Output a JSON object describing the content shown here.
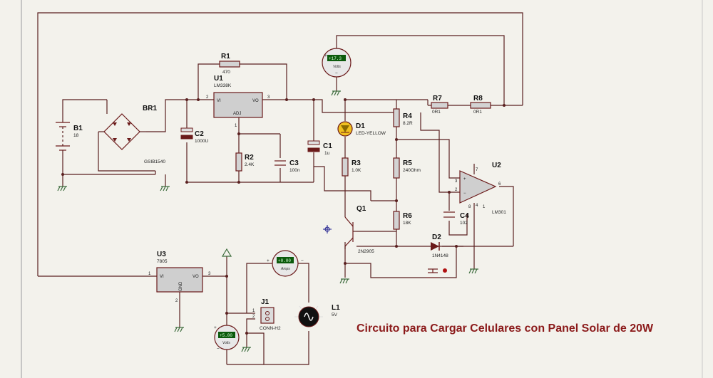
{
  "title": "Circuito para Cargar Celulares con Panel Solar de 20W",
  "components": {
    "B1": {
      "ref": "B1",
      "value": "18"
    },
    "BR1": {
      "ref": "BR1",
      "value": "GSIB1540"
    },
    "C2": {
      "ref": "C2",
      "value": "1000U"
    },
    "U1": {
      "ref": "U1",
      "value": "LM338K",
      "pin_vi": "VI",
      "pin_vo": "VO",
      "pin_adj": "ADJ",
      "pin1": "1",
      "pin2": "2",
      "pin3": "3"
    },
    "R1": {
      "ref": "R1",
      "value": "470"
    },
    "R2": {
      "ref": "R2",
      "value": "2.4K"
    },
    "C3": {
      "ref": "C3",
      "value": "100n"
    },
    "C1": {
      "ref": "C1",
      "value": "1u"
    },
    "D1": {
      "ref": "D1",
      "value": "LED-YELLOW"
    },
    "R3": {
      "ref": "R3",
      "value": "1.0K"
    },
    "R4": {
      "ref": "R4",
      "value": "8.2R"
    },
    "R5": {
      "ref": "R5",
      "value": "240Ohm"
    },
    "R6": {
      "ref": "R6",
      "value": "18K"
    },
    "R7": {
      "ref": "R7",
      "value": "0R1"
    },
    "R8": {
      "ref": "R8",
      "value": "0R1"
    },
    "Q1": {
      "ref": "Q1",
      "value": "2N2905"
    },
    "U2": {
      "ref": "U2",
      "value": "LM301",
      "pin2": "2",
      "pin3": "3",
      "pin6": "6",
      "pin4": "4",
      "pin7": "7",
      "pin8": "8",
      "pin1": "1"
    },
    "C4": {
      "ref": "C4",
      "value": "102"
    },
    "D2": {
      "ref": "D2",
      "value": "1N4148"
    },
    "U3": {
      "ref": "U3",
      "value": "7805",
      "pin_vi": "VI",
      "pin_vo": "VO",
      "pin_gnd": "GND",
      "pin1": "1",
      "pin2": "2",
      "pin3": "3"
    },
    "J1": {
      "ref": "J1",
      "value": "CONN-H2",
      "pin1": "1",
      "pin2": "2"
    },
    "L1": {
      "ref": "L1",
      "value": "5V"
    }
  },
  "meters": {
    "top_volts": {
      "reading": "+17.3",
      "unit": "Volts"
    },
    "amps": {
      "reading": "+0.00",
      "unit": "Amps"
    },
    "bottom_volts": {
      "reading": "+5.00",
      "unit": "Volts"
    }
  },
  "colors": {
    "background": "#f3f2ec",
    "wire": "#5a2020",
    "title": "#8b1a1a",
    "lcd": "#0c5a0c",
    "led": "#f0c020"
  }
}
